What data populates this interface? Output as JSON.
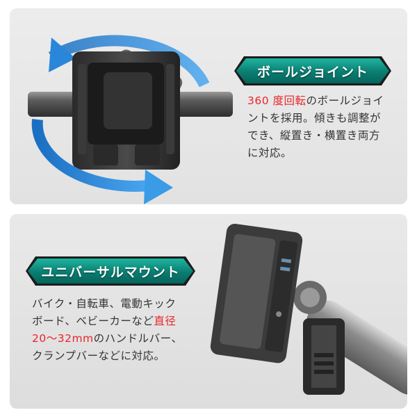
{
  "ball_joint": {
    "banner_label": "ボールジョイント",
    "desc_highlight": "360 度回転",
    "desc_rest": "のボールジョイントを採用。傾きも調整ができ、縦置き・横置き両方に対応。"
  },
  "universal_mount": {
    "banner_label": "ユニバーサルマウント",
    "desc_part1": "バイク・自転車、電動キックボード、ベビーカーなど",
    "desc_highlight": "直径 20～32mm",
    "desc_part2": "のハンドルバー、クランプバーなどに対応。"
  },
  "colors": {
    "accent_teal": "#0a7d71",
    "highlight_red": "#e8262b",
    "arrow_blue": "#2a86d8"
  }
}
